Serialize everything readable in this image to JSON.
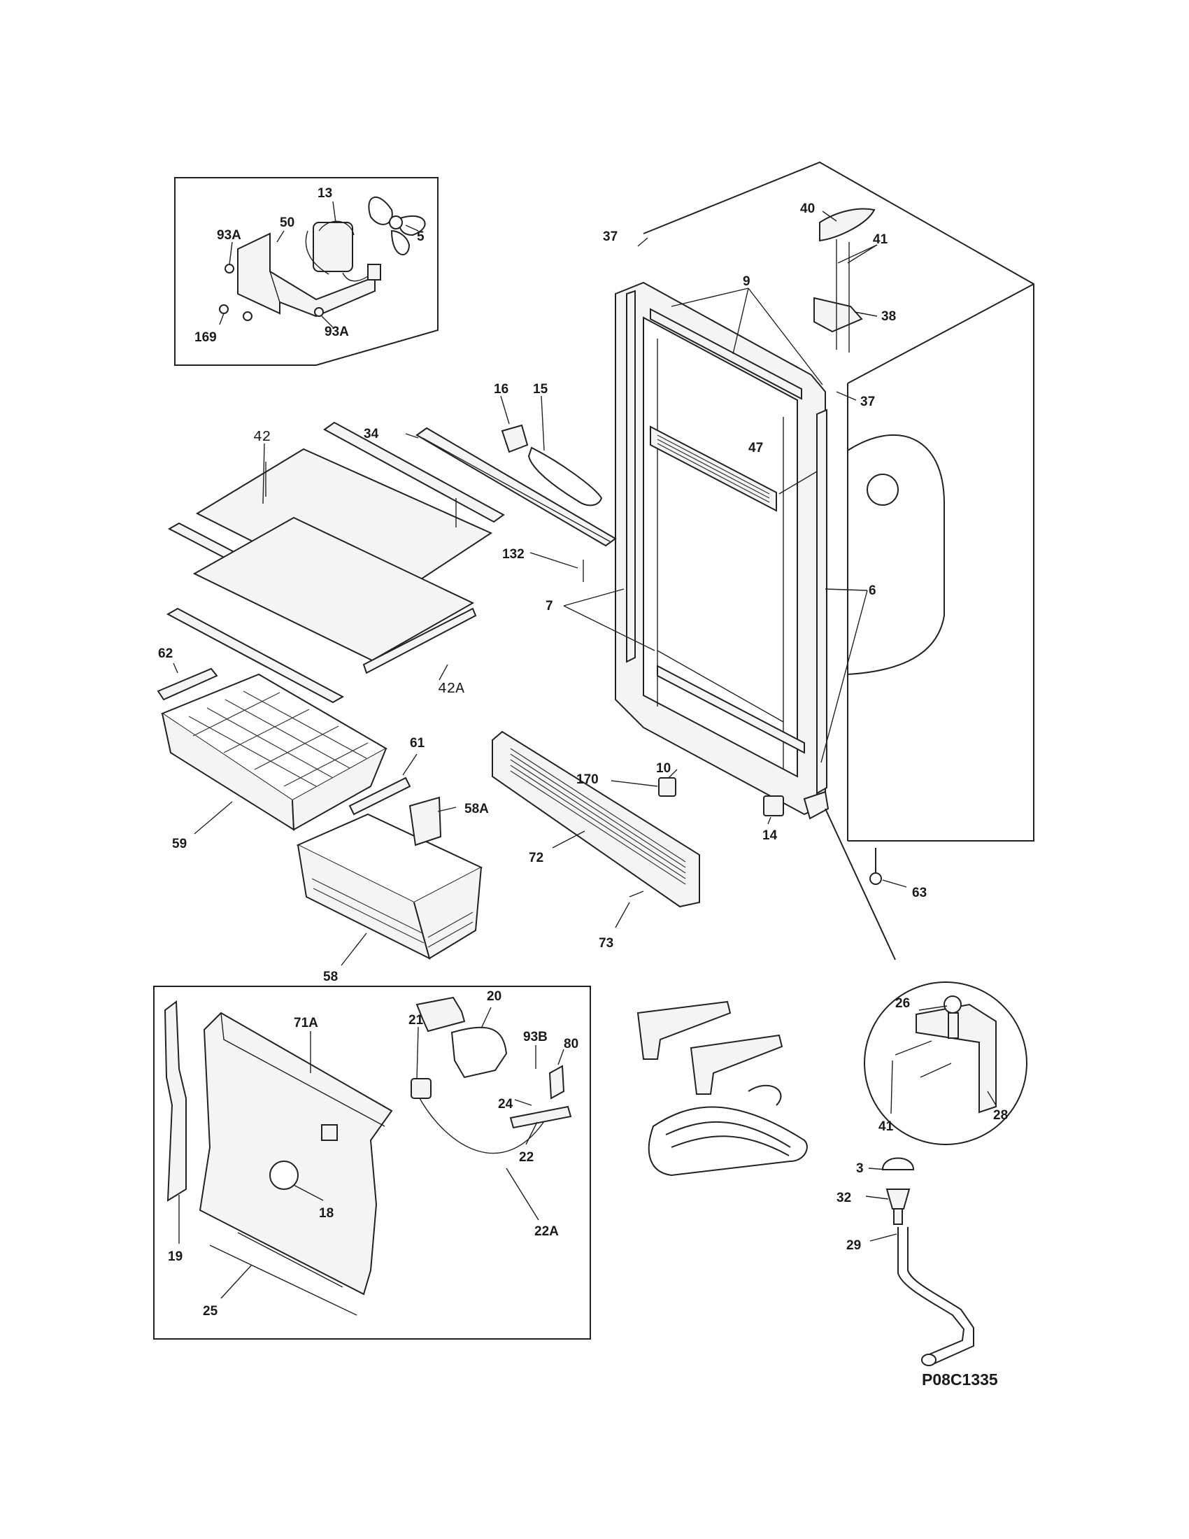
{
  "diagram": {
    "code": "P08C1335",
    "labels": {
      "l13": "13",
      "l93a_1": "93A",
      "l50": "50",
      "l5": "5",
      "l169": "169",
      "l93a_2": "93A",
      "l40": "40",
      "l41_top": "41",
      "l37_top": "37",
      "l9": "9",
      "l38": "38",
      "l37_right": "37",
      "l16": "16",
      "l15": "15",
      "l42": "42",
      "l34": "34",
      "l47": "47",
      "l132": "132",
      "l7": "7",
      "l6": "6",
      "l42a": "42A",
      "l62": "62",
      "l61": "61",
      "l10": "10",
      "l170": "170",
      "l58a": "58A",
      "l59": "59",
      "l72": "72",
      "l14": "14",
      "l63": "63",
      "l58": "58",
      "l73": "73",
      "l20": "20",
      "l71a": "71A",
      "l21": "21",
      "l93b": "93B",
      "l80": "80",
      "l24": "24",
      "l22": "22",
      "l26": "26",
      "l18": "18",
      "l22a": "22A",
      "l19": "19",
      "l41_bottom": "41",
      "l28": "28",
      "l3": "3",
      "l32": "32",
      "l29": "29",
      "l25": "25"
    }
  }
}
